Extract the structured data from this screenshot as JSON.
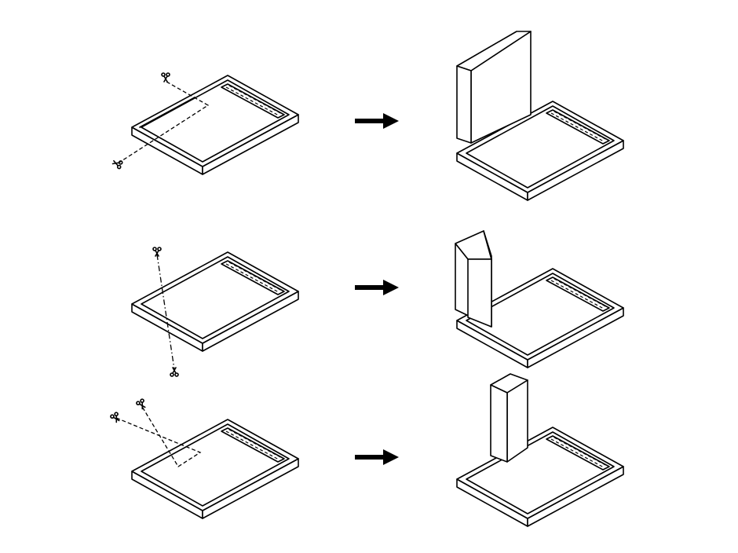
{
  "diagram": {
    "rows": [
      {
        "id": "row-1",
        "cut": "corner-rectangle",
        "result": "wide-panel"
      },
      {
        "id": "row-2",
        "cut": "diagonal-line",
        "result": "angled-panel"
      },
      {
        "id": "row-3",
        "cut": "corner-notch",
        "result": "column"
      }
    ],
    "icons": [
      "scissors-icon",
      "arrow-right-icon"
    ],
    "colors": {
      "stroke": "#000000",
      "background": "#ffffff"
    }
  }
}
